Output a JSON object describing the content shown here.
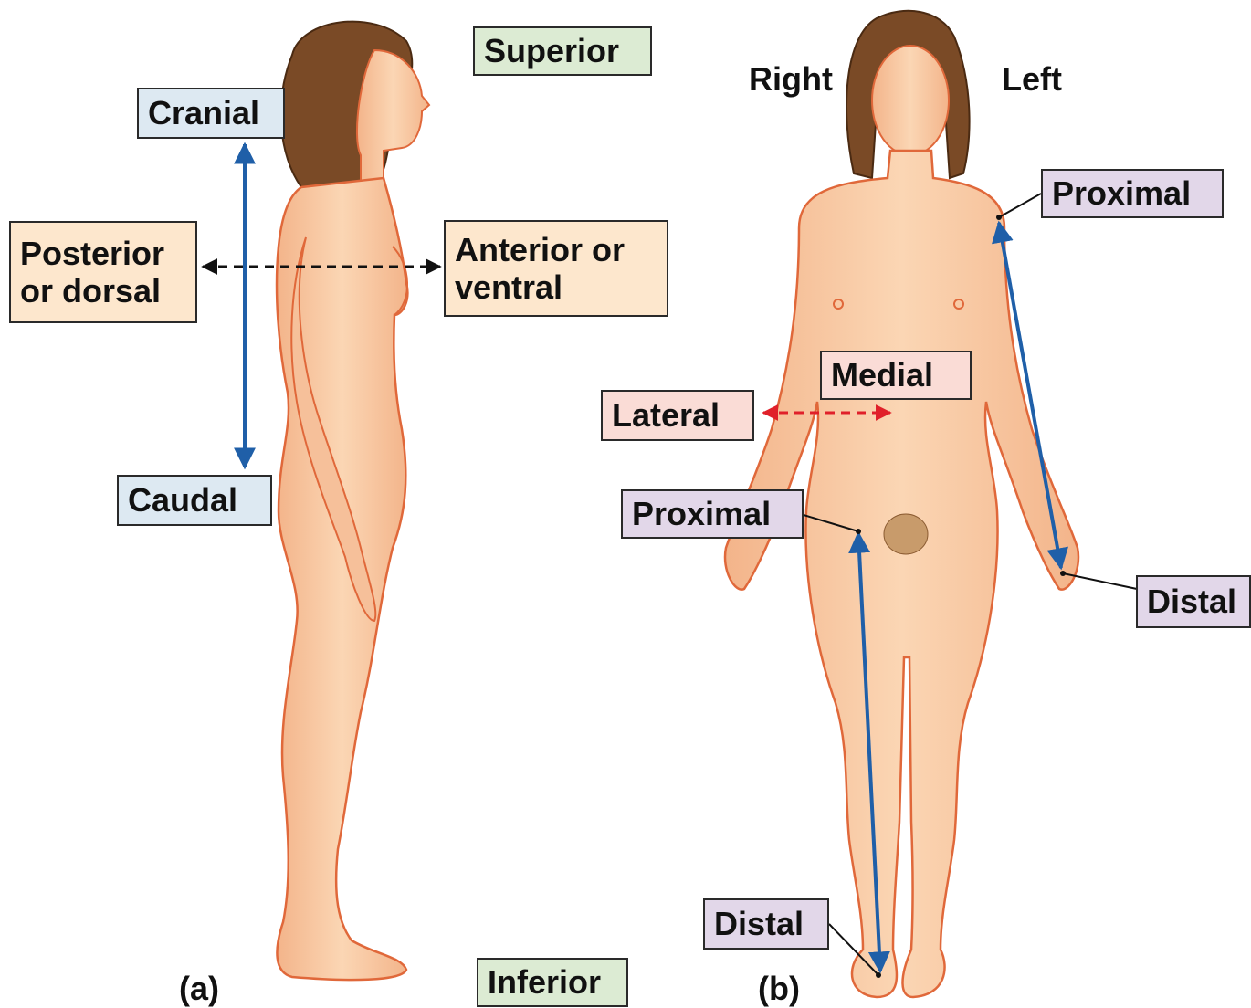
{
  "labels": {
    "superior": "Superior",
    "inferior": "Inferior",
    "cranial": "Cranial",
    "caudal": "Caudal",
    "posterior": "Posterior or dorsal",
    "anterior": "Anterior or ventral",
    "right": "Right",
    "left": "Left",
    "proximal_arm": "Proximal",
    "distal_hand": "Distal",
    "medial": "Medial",
    "lateral": "Lateral",
    "proximal_leg": "Proximal",
    "distal_foot": "Distal",
    "panel_a": "(a)",
    "panel_b": "(b)"
  },
  "colors": {
    "skin": "#f8c9a0",
    "skin_outline": "#e0683a",
    "hair": "#7a4a26",
    "arrow_blue": "#1f5fa8",
    "arrow_red": "#e0202a",
    "arrow_black": "#111111"
  }
}
